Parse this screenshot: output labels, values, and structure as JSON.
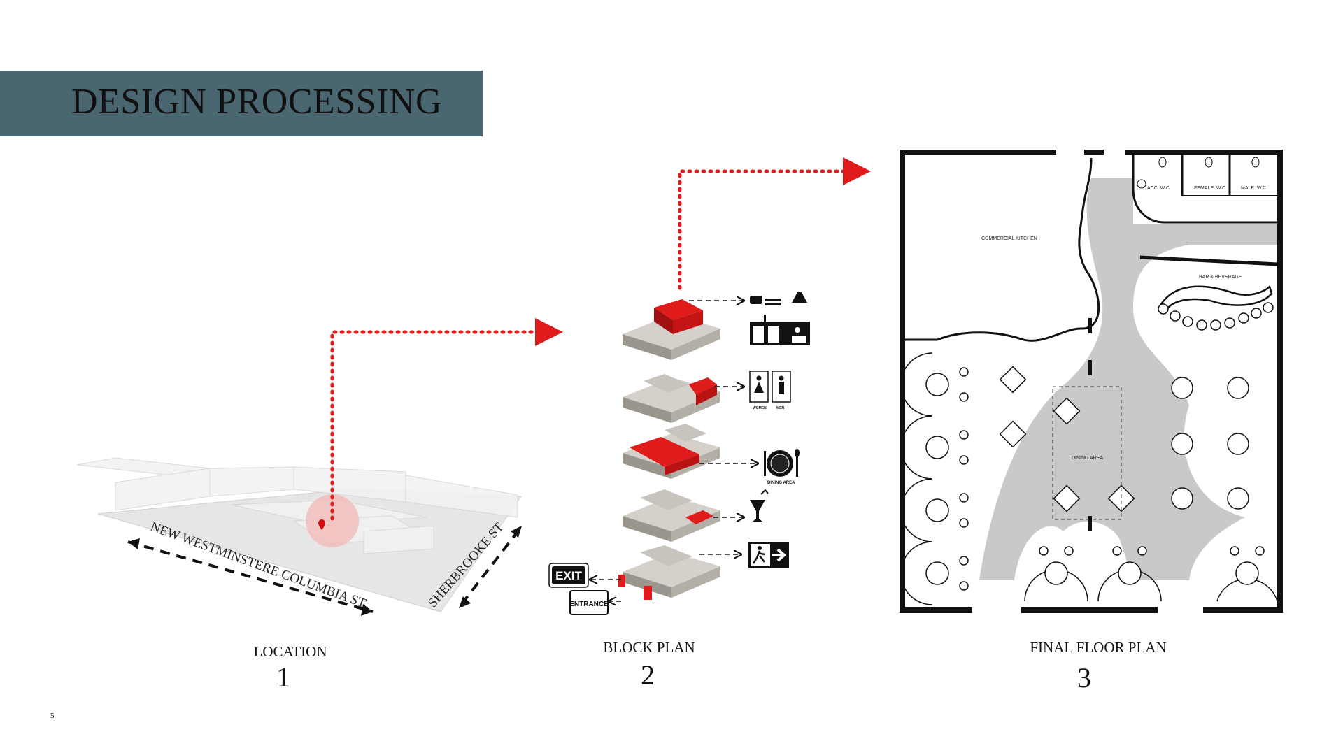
{
  "header": {
    "title": "DESIGN PROCESSING"
  },
  "panels": [
    {
      "caption": "LOCATION",
      "number": "1"
    },
    {
      "caption": "BLOCK PLAN",
      "number": "2"
    },
    {
      "caption": "FINAL FLOOR PLAN",
      "number": "3"
    }
  ],
  "location": {
    "street_main": "NEW WESTMINSTERE COLUMBIA ST",
    "street_side": "SHERBROOKE ST"
  },
  "block_plan": {
    "icon_labels": {
      "women": "WOMEN",
      "men": "MEN",
      "dining": "DINING AREA"
    },
    "signs": {
      "exit": "EXIT",
      "entrance": "ENTRANCE"
    }
  },
  "floor_plan": {
    "rooms": {
      "kitchen": "COMMERCIAL KITCHEN",
      "acc_wc": "ACC. W.C",
      "female_wc": "FEMALE. W.C",
      "male_wc": "MALE. W.C",
      "bar": "BAR & BEVERAGE",
      "dining": "DINING AREA"
    }
  },
  "page_number": "5",
  "colors": {
    "band": "#4a6670",
    "accent_red": "#e01b1b",
    "block_grey": "#c8c4bd"
  }
}
